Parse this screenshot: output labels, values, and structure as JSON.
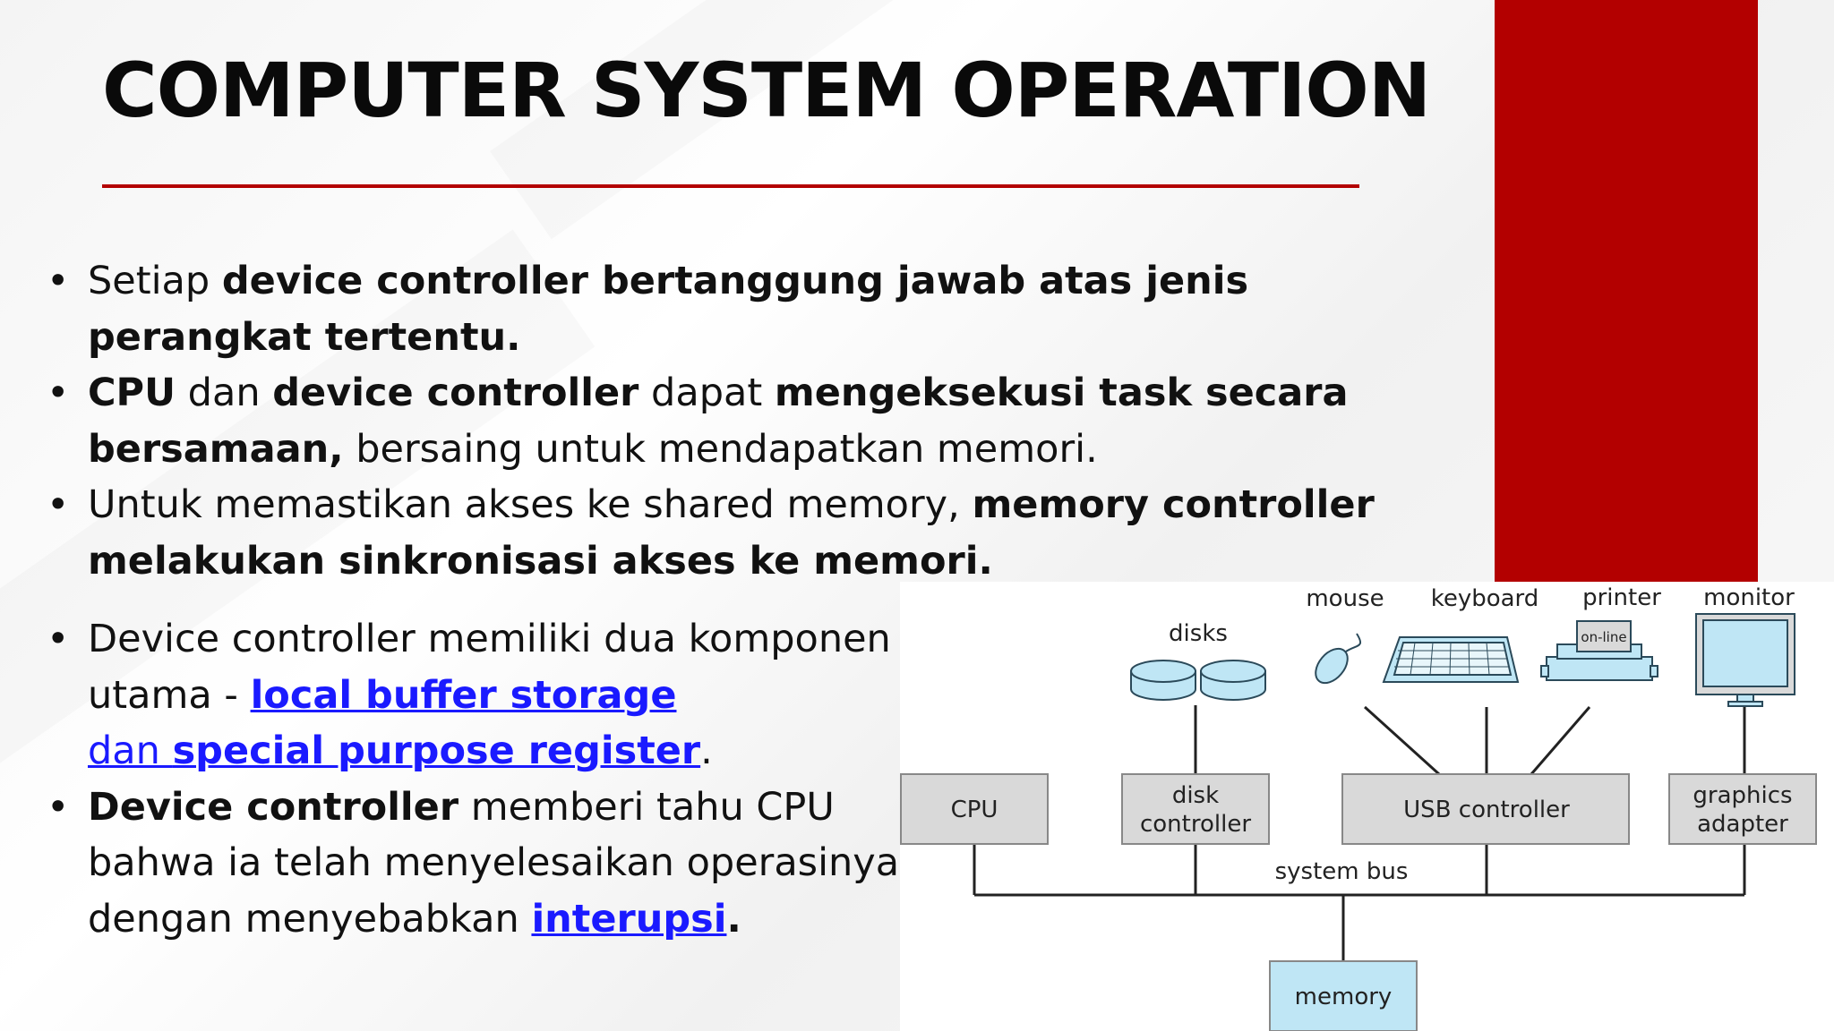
{
  "slide": {
    "title": "COMPUTER SYSTEM OPERATION",
    "accent_color": "#b30000",
    "link_color": "#1a1aff"
  },
  "bullets_top": [
    {
      "b1_pre": "Setiap ",
      "b1_bold": "device controller bertanggung jawab atas jenis perangkat tertentu."
    },
    {
      "b2_bold1": "CPU",
      "b2_t1": " dan ",
      "b2_bold2": "device controller",
      "b2_t2": " dapat ",
      "b2_bold3": "mengeksekusi task secara bersamaan,",
      "b2_t3": " bersaing untuk mendapatkan memori."
    },
    {
      "b3_pre": "Untuk memastikan akses ke shared memory, ",
      "b3_bold": "memory controller melakukan sinkronisasi akses ke memori."
    }
  ],
  "bullets_bottom": [
    {
      "b4_pre": "Device controller memiliki dua komponen utama - ",
      "b4_link1": "local buffer storage",
      "b4_mid": "dan ",
      "b4_link2": "special purpose register",
      "b4_end": "."
    },
    {
      "b5_bold": "Device controller",
      "b5_text": " memberi tahu CPU bahwa ia telah menyelesaikan operasinya dengan menyebabkan ",
      "b5_link": "interupsi",
      "b5_end": "."
    }
  ],
  "diagram": {
    "devices": [
      "disks",
      "mouse",
      "keyboard",
      "printer",
      "monitor"
    ],
    "printer_screen": "on-line",
    "controllers": [
      {
        "line1": "CPU"
      },
      {
        "line1": "disk",
        "line2": "controller"
      },
      {
        "line1": "USB controller"
      },
      {
        "line1": "graphics",
        "line2": "adapter"
      }
    ],
    "bus_label": "system bus",
    "memory_label": "memory",
    "colors": {
      "box_fill": "#d9d9d9",
      "box_stroke": "#888888",
      "device_fill": "#bfe6f5",
      "device_stroke": "#2b4a5a",
      "line": "#222222"
    }
  }
}
